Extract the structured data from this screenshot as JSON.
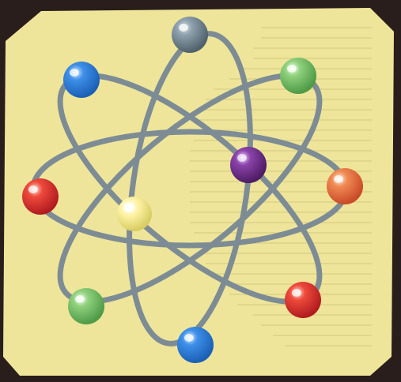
{
  "image": {
    "subject": "atom",
    "colors": {
      "background_dark": "#2a1e1c",
      "panel": "#eee59a",
      "panel_text_faint": "#d9cf84",
      "orbit": "#7d8c94"
    },
    "electrons": [
      {
        "name": "electron-top-gray",
        "color": "#6f8390"
      },
      {
        "name": "electron-top-left-blue",
        "color": "#2f7fd6"
      },
      {
        "name": "electron-top-right-green",
        "color": "#7bc46a"
      },
      {
        "name": "electron-left-red",
        "color": "#e0302e"
      },
      {
        "name": "electron-right-orange",
        "color": "#e8703e"
      },
      {
        "name": "electron-center-purple",
        "color": "#6a2d86"
      },
      {
        "name": "electron-center-yellow",
        "color": "#f4e978"
      },
      {
        "name": "electron-bottom-left-green",
        "color": "#7cbc6a"
      },
      {
        "name": "electron-bottom-right-red",
        "color": "#e52f36"
      },
      {
        "name": "electron-bottom-blue",
        "color": "#2d7bd8"
      }
    ]
  }
}
